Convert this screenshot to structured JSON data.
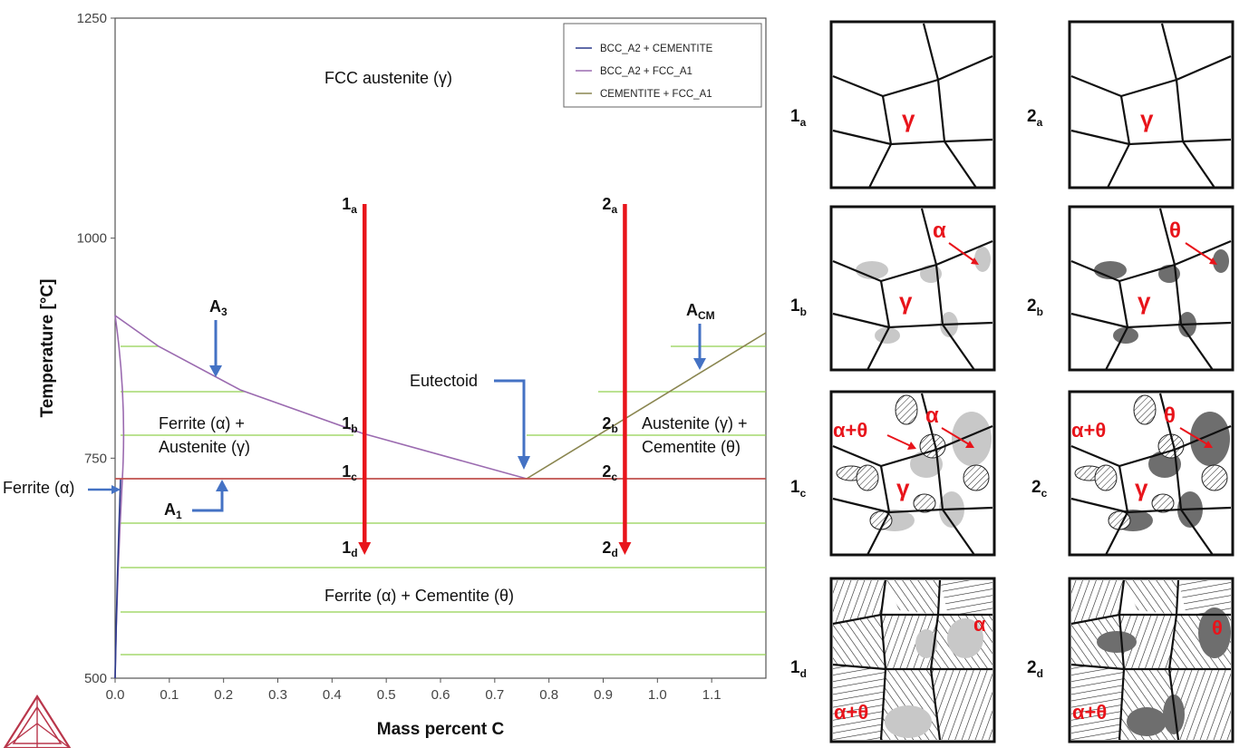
{
  "diagram": {
    "x_axis": {
      "label": "Mass percent C",
      "min": 0.0,
      "max": 1.2,
      "ticks": [
        "0.0",
        "0.1",
        "0.2",
        "0.3",
        "0.4",
        "0.5",
        "0.6",
        "0.7",
        "0.8",
        "0.9",
        "1.0",
        "1.1"
      ]
    },
    "y_axis": {
      "label": "Temperature [°C]",
      "min": 500,
      "max": 1250,
      "ticks": [
        "500",
        "750",
        "1000",
        "1250"
      ]
    },
    "legend": [
      {
        "label": "BCC_A2 + CEMENTITE",
        "color": "#2b3a8c"
      },
      {
        "label": "BCC_A2 + FCC_A1",
        "color": "#9b6bb0"
      },
      {
        "label": "CEMENTITE + FCC_A1",
        "color": "#8a8650"
      }
    ],
    "regions": {
      "austenite": "FCC austenite (γ)",
      "ferrite_austenite_1": "Ferrite (α) +",
      "ferrite_austenite_2": "Austenite (γ)",
      "austenite_cementite_1": "Austenite (γ) +",
      "austenite_cementite_2": "Cementite (θ)",
      "ferrite_cementite": "Ferrite (α) + Cementite (θ)",
      "ferrite": "Ferrite (α)"
    },
    "annotations": {
      "a3_main": "A",
      "a3_sub": "3",
      "acm_main": "A",
      "acm_sub": "CM",
      "a1_main": "A",
      "a1_sub": "1",
      "eutectoid": "Eutectoid"
    },
    "cooling_paths": [
      {
        "x_wt": 0.46,
        "labels": [
          {
            "main": "1",
            "sub": "a"
          },
          {
            "main": "1",
            "sub": "b"
          },
          {
            "main": "1",
            "sub": "c"
          },
          {
            "main": "1",
            "sub": "d"
          }
        ]
      },
      {
        "x_wt": 0.94,
        "labels": [
          {
            "main": "2",
            "sub": "a"
          },
          {
            "main": "2",
            "sub": "b"
          },
          {
            "main": "2",
            "sub": "c"
          },
          {
            "main": "2",
            "sub": "d"
          }
        ]
      }
    ],
    "colors": {
      "arrow_red": "#e8141b",
      "pointer_blue": "#4472c4",
      "eutectoid_line": "#c0504d",
      "tie_line": "#92d050"
    }
  },
  "micrographs": {
    "left_column": [
      {
        "main": "1",
        "sub": "a",
        "phases": [
          "γ"
        ]
      },
      {
        "main": "1",
        "sub": "b",
        "phases": [
          "γ",
          "α"
        ]
      },
      {
        "main": "1",
        "sub": "c",
        "phases": [
          "γ",
          "α",
          "α+θ"
        ]
      },
      {
        "main": "1",
        "sub": "d",
        "phases": [
          "α",
          "α+θ"
        ]
      }
    ],
    "right_column": [
      {
        "main": "2",
        "sub": "a",
        "phases": [
          "γ"
        ]
      },
      {
        "main": "2",
        "sub": "b",
        "phases": [
          "γ",
          "θ"
        ]
      },
      {
        "main": "2",
        "sub": "c",
        "phases": [
          "γ",
          "θ",
          "α+θ"
        ]
      },
      {
        "main": "2",
        "sub": "d",
        "phases": [
          "θ",
          "α+θ"
        ]
      }
    ]
  }
}
